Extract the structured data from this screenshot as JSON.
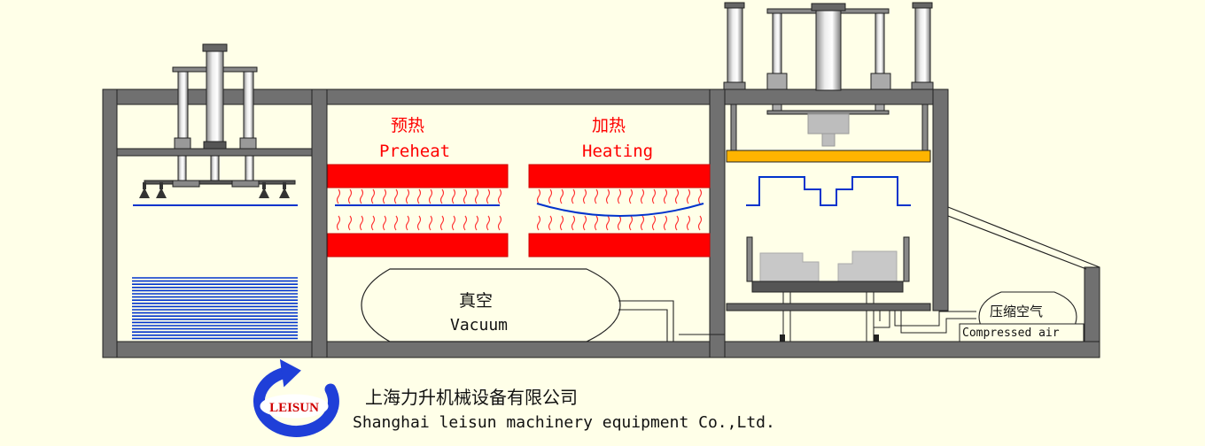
{
  "labels": {
    "preheat_cn": "预热",
    "preheat_en": "Preheat",
    "heating_cn": "加热",
    "heating_en": "Heating",
    "vacuum_cn": "真空",
    "vacuum_en": "Vacuum",
    "air_cn": "压缩空气",
    "air_en": "Compressed air"
  },
  "logo": {
    "text": "LEISUN"
  },
  "company": {
    "name_cn": "上海力升机械设备有限公司",
    "name_en": "Shanghai leisun machinery equipment Co.,Ltd."
  },
  "colors": {
    "background": "#ffffe8",
    "frame": "#707070",
    "heater": "#ff0000",
    "sheet": "#0033cc",
    "platen": "#ffb400",
    "cylinder": "#c8c8c8",
    "mold": "#c8c8c8"
  }
}
